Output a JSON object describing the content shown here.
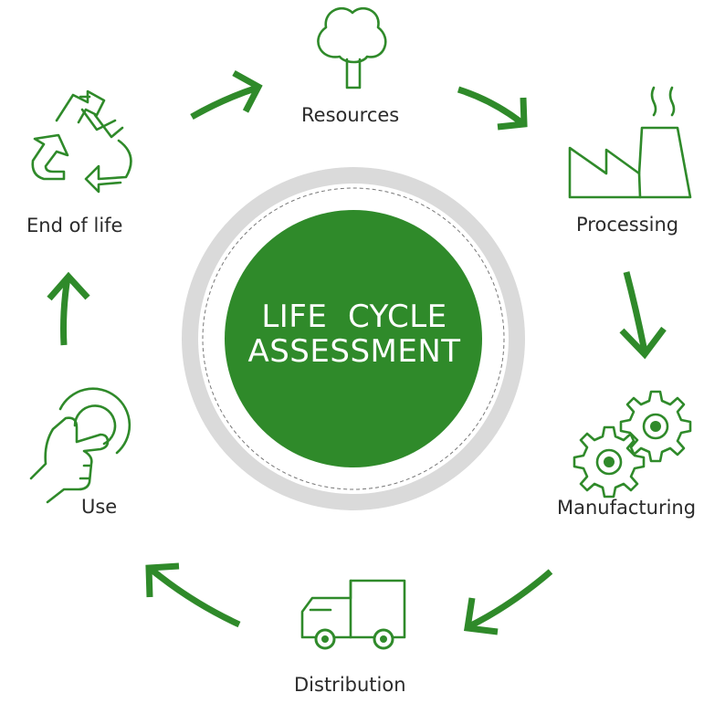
{
  "center": {
    "line1": "LIFE  CYCLE",
    "line2": "ASSESSMENT"
  },
  "stages": {
    "resources": "Resources",
    "processing": "Processing",
    "manufacturing": "Manufacturing",
    "distribution": "Distribution",
    "use": "Use",
    "end_of_life": "End of life"
  },
  "icons": {
    "resources": "tree-icon",
    "processing": "factory-icon",
    "manufacturing": "gears-icon",
    "distribution": "truck-icon",
    "use": "hand-touch-icon",
    "end_of_life": "recycle-icon"
  },
  "colors": {
    "green": "#2f8a2a",
    "ring_grey": "#dadada",
    "label_text": "#2b2b2b"
  }
}
